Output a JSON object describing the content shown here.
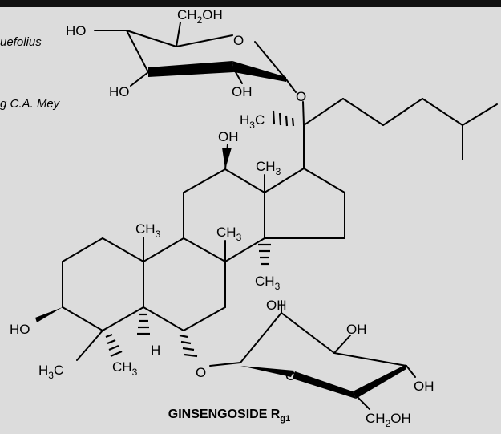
{
  "colors": {
    "background": "#dcdcdc",
    "topbar": "#111111",
    "ink": "#000000"
  },
  "side_text": {
    "line1": "uefolius",
    "line2": "g C.A. Mey"
  },
  "title": {
    "main": "GINSENGOSIDE R",
    "sub": "g1"
  },
  "labels": {
    "upper_sugar": {
      "ho_left": "HO",
      "ch2oh_ch": "CH",
      "ch2oh_2": "2",
      "ch2oh_oh": "OH",
      "ring_o": "O",
      "ho_bottom": "HO",
      "oh_bottom": "OH",
      "link_o": "O"
    },
    "side_chain": {
      "h3c_h": "H",
      "h3c_3": "3",
      "h3c_c": "C"
    },
    "steroid": {
      "oh12": "OH",
      "me18_ch": "CH",
      "me18_3": "3",
      "me19_ch": "CH",
      "me19_3": "3",
      "me30_ch": "CH",
      "me30_3": "3",
      "me31_ch": "CH",
      "me31_3": "3",
      "ho3": "HO",
      "h5": "H",
      "gem1_h": "H",
      "gem1_3": "3",
      "gem1_c": "C",
      "gem2_ch": "CH",
      "gem2_3": "3",
      "link_o6": "O"
    },
    "lower_sugar": {
      "oh_top": "OH",
      "oh_right": "OH",
      "ring_o": "O",
      "oh_far": "OH",
      "ch2oh_ch": "CH",
      "ch2oh_2": "2",
      "ch2oh_oh": "OH"
    }
  }
}
